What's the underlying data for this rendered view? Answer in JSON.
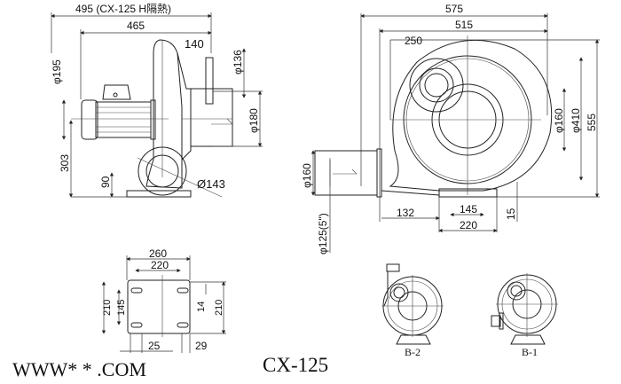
{
  "side_view": {
    "overall_length": "495 (CX-125 H隔熱)",
    "body_length": "465",
    "outlet_offset": "140",
    "outlet_dia": "φ136",
    "flange_dia": "φ180",
    "motor_dia": "φ195",
    "center_height": "303",
    "inlet_height": "90",
    "inlet_dia": "Ø143"
  },
  "front_view": {
    "overall_width": "575",
    "body_width": "515",
    "center_offset": "250",
    "inner_dia": "φ160",
    "ring_dia": "φ410",
    "overall_height": "555",
    "outlet_dia": "φ160",
    "outlet_pipe": "φ125(5\")",
    "outlet_distance": "132",
    "foot_spacing": "145",
    "base_width": "220",
    "base_height": "15"
  },
  "base_plate": {
    "width": "260",
    "hole_spacing_x": "220",
    "height_left": "210",
    "hole_spacing_y": "145",
    "slot_width": "14",
    "height_right": "210",
    "edge_left": "25",
    "edge_right": "29"
  },
  "watermark": "WWW*  * .COM",
  "variants": [
    {
      "label": "B-2"
    },
    {
      "label": "B-1"
    }
  ],
  "model_title": "CX-125"
}
